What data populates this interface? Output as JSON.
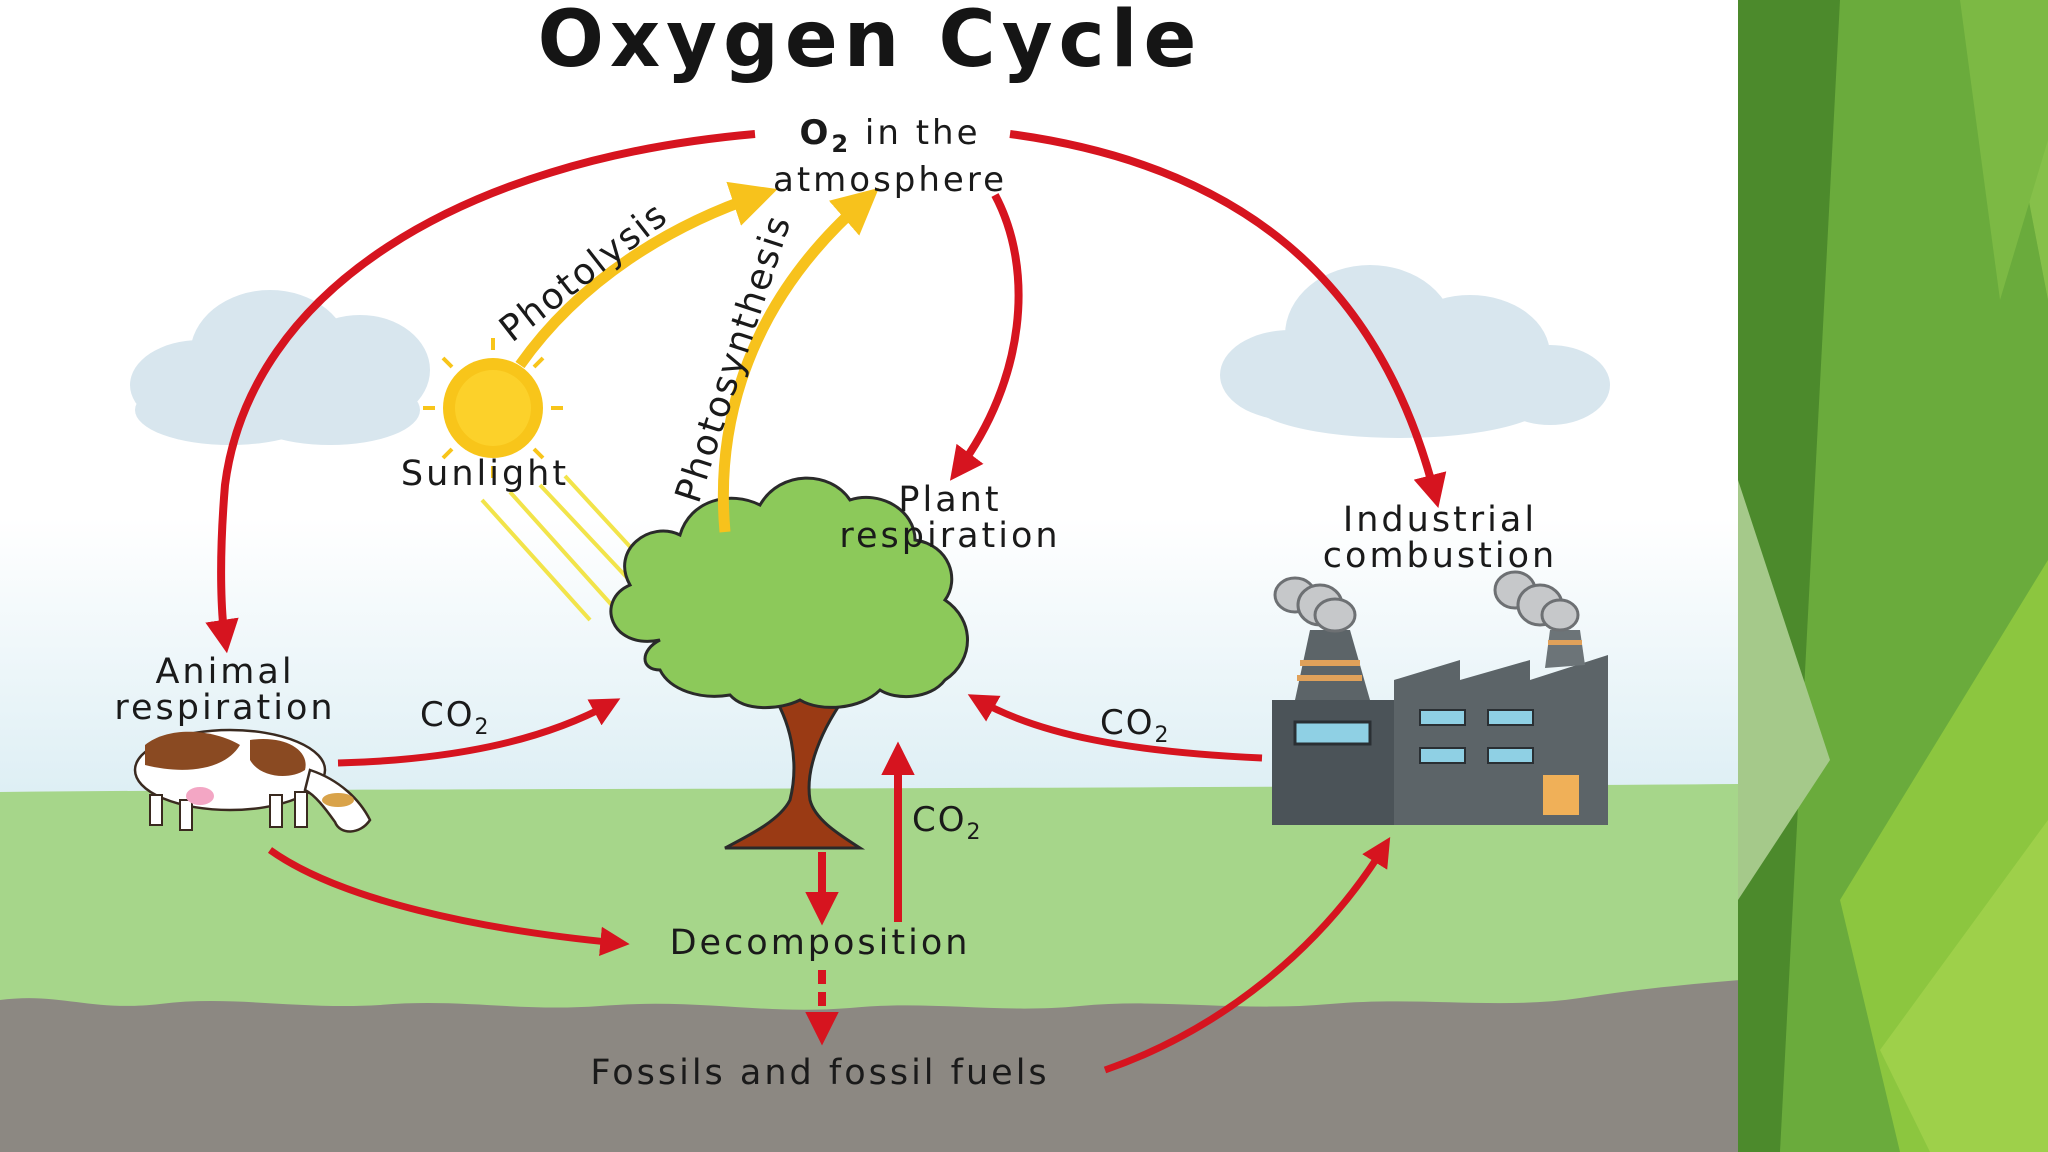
{
  "title": "Oxygen Cycle",
  "nodes": {
    "atmosphere_o": "O",
    "atmosphere_sub": "2",
    "atmosphere_rest": " in the",
    "atmosphere_line2": "atmosphere",
    "sunlight": "Sunlight",
    "plant_resp_1": "Plant",
    "plant_resp_2": "respiration",
    "industrial_1": "Industrial",
    "industrial_2": "combustion",
    "animal_1": "Animal",
    "animal_2": "respiration",
    "decomposition": "Decomposition",
    "fossils": "Fossils and fossil fuels"
  },
  "processes": {
    "photolysis": "Photolysis",
    "photosynthesis": "Photosynthesis"
  },
  "co2": {
    "main": "CO",
    "sub": "2"
  },
  "colors": {
    "arrow_red": "#d6141f",
    "arrow_yellow": "#f7c21c",
    "sky_top": "#ffffff",
    "sky_bottom": "#d7ebf2",
    "grass": "#a6d68a",
    "soil": "#8c8882",
    "tree_leaves": "#8cc95a",
    "trunk": "#9a3a14",
    "side_green": "#6ca63a"
  }
}
